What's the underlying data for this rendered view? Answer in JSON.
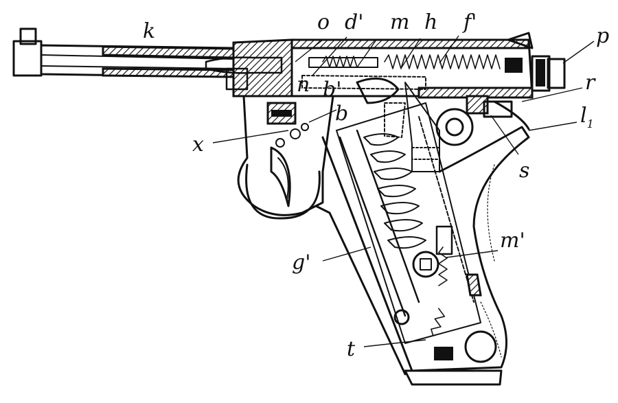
{
  "figure": {
    "labels": {
      "k": "k",
      "o": "o",
      "d_prime": "d'",
      "m": "m",
      "h": "h",
      "f_prime": "f'",
      "p": "p",
      "r": "r",
      "l1": "l",
      "l1_sub": "1",
      "n": "n",
      "b_prime": "b'",
      "b": "b",
      "x": "x",
      "s": "s",
      "g_prime": "g'",
      "m_prime": "m'",
      "t": "t"
    }
  }
}
